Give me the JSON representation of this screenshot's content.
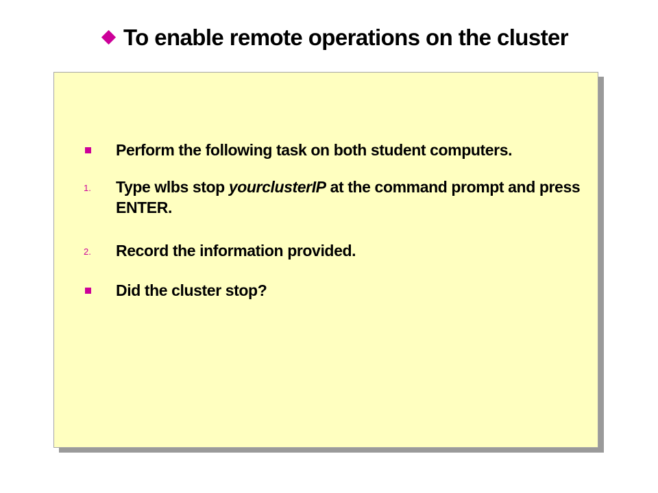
{
  "slide": {
    "title": "To enable remote operations on the cluster"
  },
  "content": {
    "items": [
      {
        "marker": "square",
        "text": "Perform the following task on both student computers."
      },
      {
        "marker": "1.",
        "text_before": "Type wlbs stop ",
        "text_italic": "yourclusterIP",
        "text_after": " at the command prompt and press ENTER."
      },
      {
        "marker": "2.",
        "text": "Record the information provided."
      },
      {
        "marker": "square",
        "text": "Did the cluster stop?"
      }
    ]
  },
  "colors": {
    "accent": "#cc0099",
    "box_fill": "#ffffc0",
    "box_shadow": "#9a9a9a"
  },
  "icons": {
    "title_bullet": "diamond-icon",
    "list_bullet": "square-bullet-icon"
  }
}
